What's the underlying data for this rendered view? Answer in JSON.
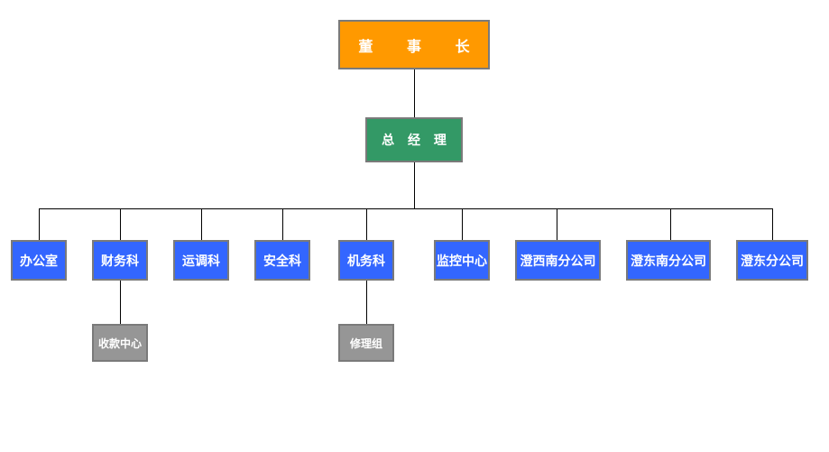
{
  "chairman": {
    "label": "董  事  长",
    "color": "#ff9900"
  },
  "general_manager": {
    "label": "总 经 理",
    "color": "#339966"
  },
  "departments": [
    {
      "label": "办公室"
    },
    {
      "label": "财务科"
    },
    {
      "label": "运调科"
    },
    {
      "label": "安全科"
    },
    {
      "label": "机务科"
    },
    {
      "label": "监控中心"
    },
    {
      "label": "澄西南分公司"
    },
    {
      "label": "澄东南分公司"
    },
    {
      "label": "澄东分公司"
    }
  ],
  "sub_units": [
    {
      "label": "收款中心",
      "parent": "财务科"
    },
    {
      "label": "修理组",
      "parent": "机务科"
    }
  ],
  "colors": {
    "department": "#3366ff",
    "sub_unit": "#969696",
    "border": "#7a7a7a",
    "connector": "#000000"
  }
}
